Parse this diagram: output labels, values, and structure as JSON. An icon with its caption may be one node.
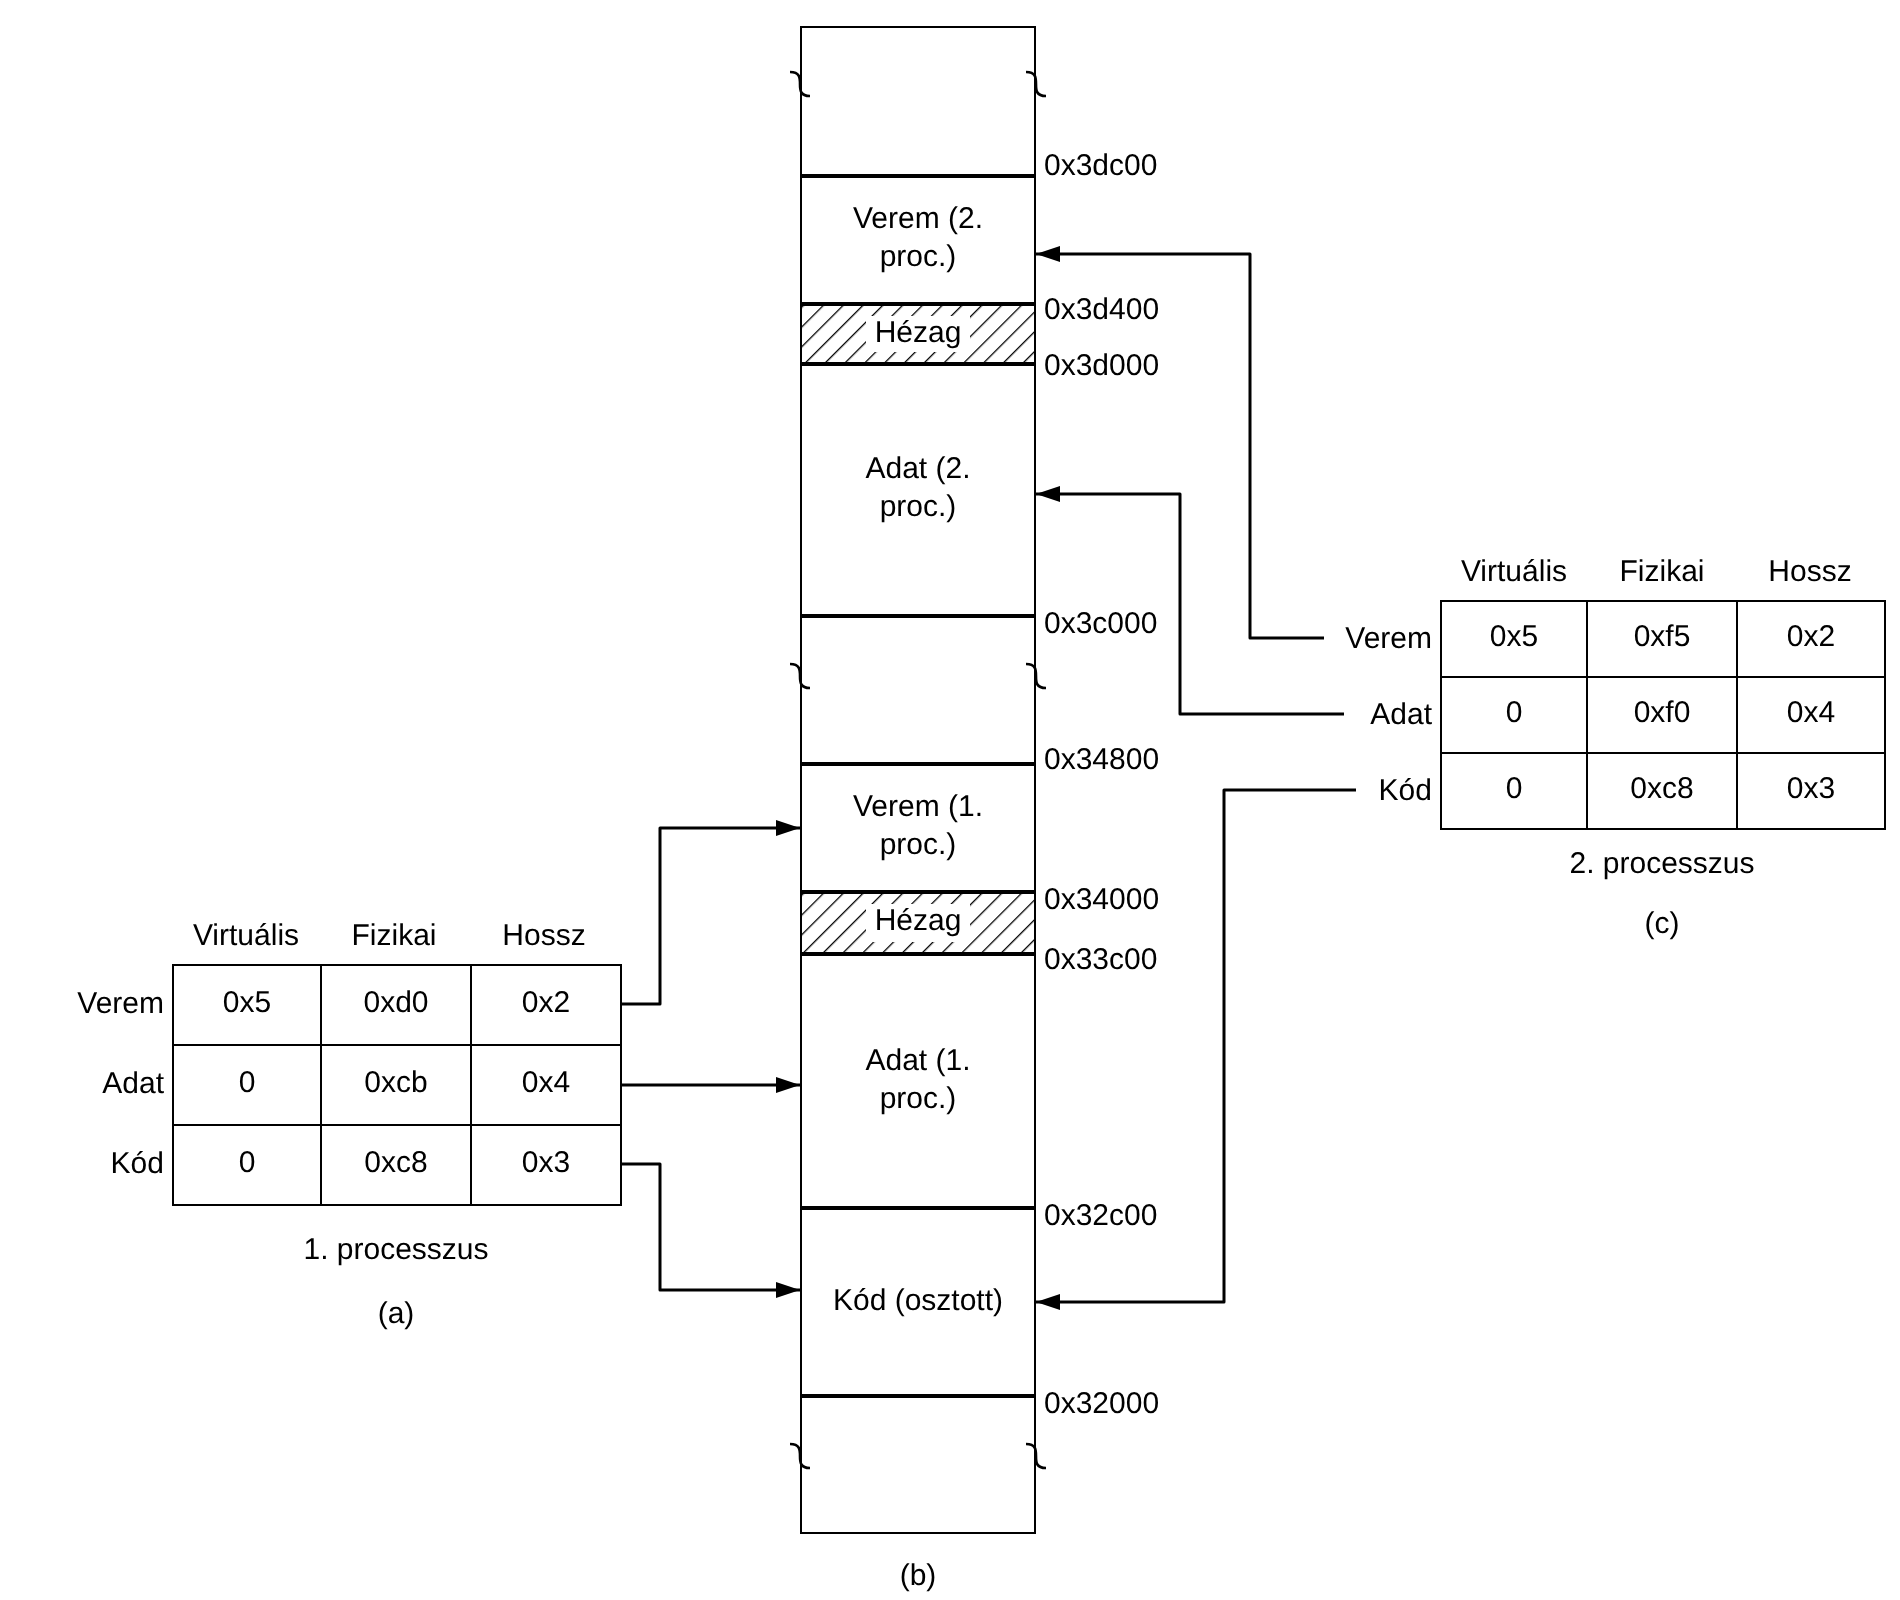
{
  "diagram": {
    "nodes": [
      {
        "text": [],
        "shape": "box"
      },
      {
        "text": [
          "Verem (2. proc.)"
        ]
      },
      {
        "text": [
          "Hézag"
        ]
      },
      {
        "text": [
          "Adat (2. proc.)"
        ]
      },
      {
        "text": [],
        "shape": "box"
      },
      {
        "text": [
          "Verem (1. proc.)"
        ]
      },
      {
        "text": [
          "Hézag"
        ]
      },
      {
        "text": [
          "Adat (1. proc.)"
        ]
      },
      {
        "text": [
          "Kód (osztott)"
        ]
      },
      {
        "text": [],
        "shape": "box"
      },
      {
        "text": [
          "0x2"
        ]
      },
      {
        "text": [
          "0x4"
        ]
      },
      {
        "text": [
          "0x3"
        ]
      },
      {
        "text": [
          "Verem"
        ]
      },
      {
        "text": [
          "Adat"
        ]
      },
      {
        "text": [
          "Kód"
        ]
      }
    ],
    "edges": [
      {
        "from": 10,
        "to": 5,
        "arrow": "to"
      },
      {
        "from": 11,
        "to": 7,
        "arrow": "to"
      },
      {
        "from": 12,
        "to": 8,
        "arrow": "to"
      },
      {
        "from": 13,
        "to": 1,
        "arrow": "to"
      },
      {
        "from": 14,
        "to": 3,
        "arrow": "to"
      },
      {
        "from": 15,
        "to": 8,
        "arrow": "to"
      }
    ],
    "labels": [
      "Virtuális",
      "Fizikai",
      "Hossz",
      "Verem",
      "0x5",
      "0xd0",
      "Adat",
      "0",
      "0xcb",
      "Kód",
      "0",
      "0xc8",
      "1. processzus",
      "(a)",
      "0x3dc00",
      "0x3d400",
      "0x3d000",
      "0x3c000",
      "0x34800",
      "0x34000",
      "0x33c00",
      "0x32c00",
      "0x32000",
      "(b)",
      "Virtuális",
      "Fizikai",
      "Hossz",
      "0x5",
      "0xf5",
      "0x2",
      "0",
      "0xf0",
      "0x4",
      "0",
      "0xc8",
      "0x3",
      "2. processzus",
      "(c)"
    ]
  }
}
